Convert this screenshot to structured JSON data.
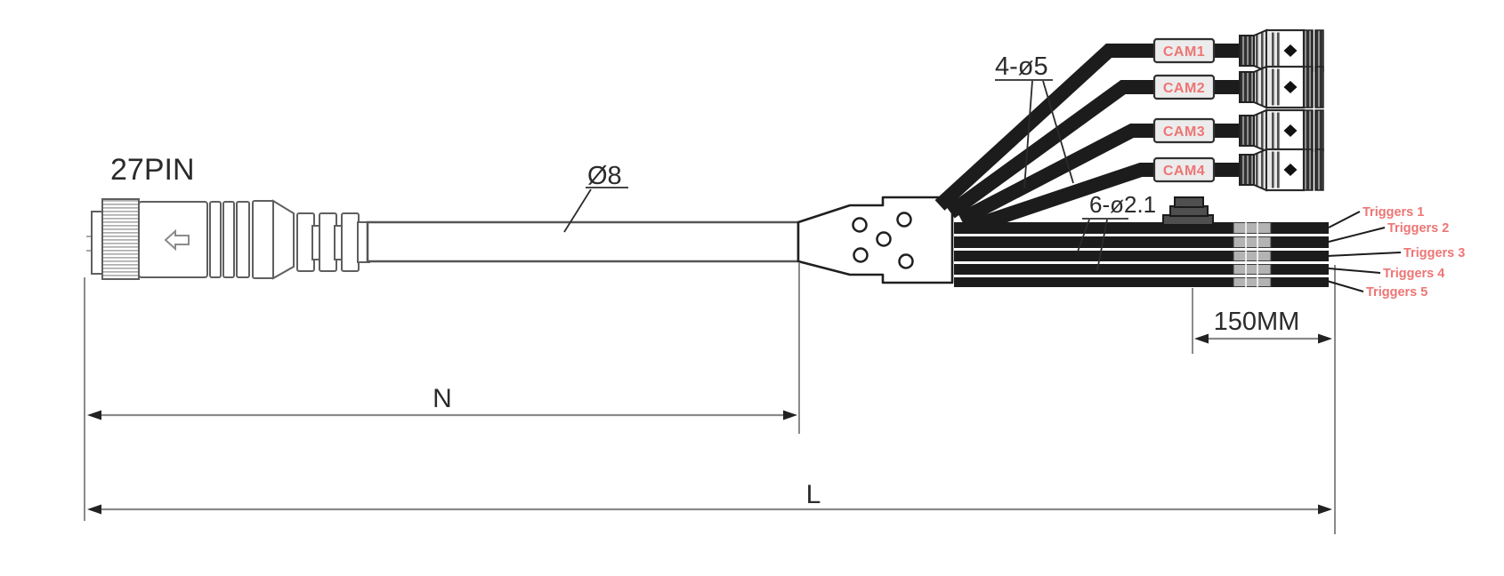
{
  "diagram": {
    "connector_label": "27PIN",
    "cable_diameter_label": "Ø8",
    "cam_branch_note": "4-ø5",
    "trigger_branch_note": "6-ø2.1",
    "cam_labels": [
      "CAM1",
      "CAM2",
      "CAM3",
      "CAM4"
    ],
    "trigger_labels": [
      "Triggers 1",
      "Triggers 2",
      "Triggers 3",
      "Triggers 4",
      "Triggers 5"
    ],
    "dimensions": {
      "segment_n": "N",
      "total_l": "L",
      "trigger_tail": "150MM"
    },
    "colors": {
      "accent_text": "#ee7575",
      "label_box_fill": "#ececec",
      "wire_black": "#1c1c1c",
      "outline": "#5f5f5f",
      "dimension_line": "#8a8a8a"
    }
  }
}
